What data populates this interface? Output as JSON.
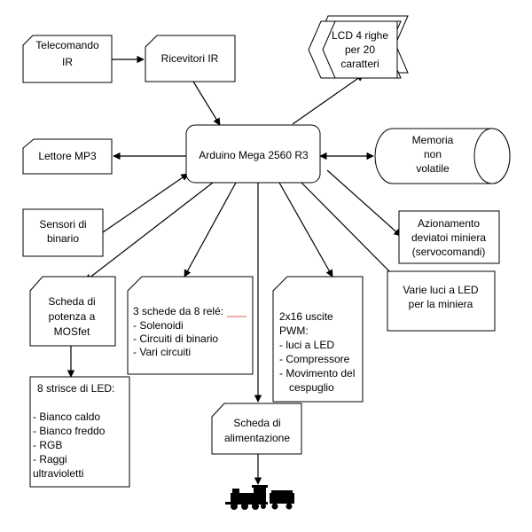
{
  "blocks": {
    "telecomando": [
      "Telecomando",
      "IR"
    ],
    "ricevitori": [
      "Ricevitori IR"
    ],
    "lcd": [
      "LCD 4 righe",
      "per 20",
      "caratteri"
    ],
    "arduino": [
      "Arduino Mega 2560 R3"
    ],
    "lettore": [
      "Lettore MP3"
    ],
    "memoria": [
      "Memoria",
      "non",
      "volatile"
    ],
    "sensori": [
      "Sensori di",
      "binario"
    ],
    "azionamento": [
      "Azionamento",
      "deviatoi miniera",
      "(servocomandi)"
    ],
    "mosfet": [
      "Scheda di",
      "potenza a",
      "MOSfet"
    ],
    "rele": [
      "3 schede da 8 relé:",
      "- Solenoidi",
      "- Circuiti di binario",
      "- Vari circuiti"
    ],
    "pwm": [
      "2x16 uscite",
      "PWM:",
      "- luci a LED",
      "- Compressore",
      "- Movimento del",
      "cespuglio"
    ],
    "luci": [
      "Varie luci a LED",
      "per la miniera"
    ],
    "strisce": [
      "8 strisce di LED:",
      "",
      "- Bianco caldo",
      "- Bianco freddo",
      "- RGB",
      "- Raggi",
      "ultravioletti"
    ],
    "alimentazione": [
      "Scheda di",
      "alimentazione"
    ]
  },
  "train_icon": "locomotive-icon"
}
